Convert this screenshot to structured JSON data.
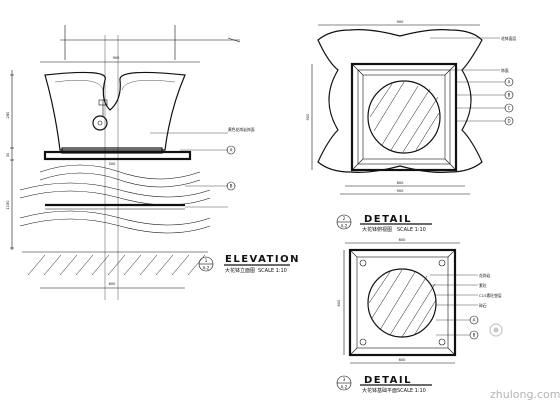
{
  "elevation": {
    "title": "ELEVATION",
    "subtitle": "大花钵立面图",
    "scale": "SCALE 1:10",
    "bubble_number": "1",
    "bubble_ref": "A-2",
    "dims_top": [
      "900"
    ],
    "dims_left": [
      "280",
      "30",
      "1150"
    ],
    "dim_mid": "500",
    "dim_bottom": "600",
    "callouts": [
      "黄色花岗岩饰面",
      "A",
      "B"
    ]
  },
  "detail_1": {
    "title": "DETAIL",
    "subtitle": "大花钵俯视图",
    "scale": "SCALE 1:10",
    "bubble_number": "2",
    "bubble_ref": "A-2",
    "dim_top": "900",
    "dim_bottom_outer": "900",
    "dim_bottom_inner": "600",
    "dim_left": "900",
    "callouts": [
      "花钵面层",
      "饰面",
      "A",
      "B",
      "C",
      "D"
    ]
  },
  "detail_2": {
    "title": "DETAIL",
    "subtitle": "大花钵基础平面",
    "scale": "SCALE 1:10",
    "bubble_number": "3",
    "bubble_ref": "A-2",
    "dim_top": "600",
    "dim_bottom": "600",
    "dim_left": "600",
    "callouts": [
      "花岗岩",
      "素砼",
      "C15素砼垫层",
      "碎石",
      "A",
      "B"
    ]
  },
  "watermark": "zhulong.com"
}
